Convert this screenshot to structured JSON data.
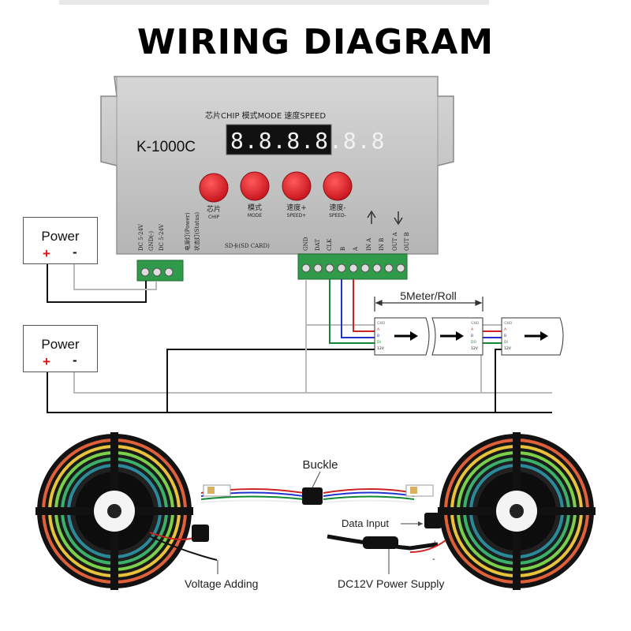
{
  "title": "WIRING DIAGRAM",
  "controller": {
    "model": "K-1000C",
    "top_label": "芯片CHIP  模式MODE  速度SPEED",
    "display": "8.8.8.8.8.8",
    "buttons": [
      {
        "cn": "芯片",
        "en": "CHIP"
      },
      {
        "cn": "模式",
        "en": "MODE"
      },
      {
        "cn": "速度+",
        "en": "SPEED+"
      },
      {
        "cn": "速度-",
        "en": "SPEED-"
      }
    ],
    "left_terminals": [
      "DC 5-24V",
      "GND(-)",
      "DC 5-24V"
    ],
    "indicators": [
      "电源灯(Power)",
      "状态灯(Status)"
    ],
    "sd_label": "SD卡(SD CARD)",
    "right_terminals": [
      "GND",
      "DAT",
      "CLK",
      "B",
      "A",
      "IN A",
      "IN B",
      "OUT A",
      "OUT B"
    ]
  },
  "power_supplies": [
    {
      "label": "Power",
      "plus": "+",
      "minus": "-"
    },
    {
      "label": "Power",
      "plus": "+",
      "minus": "-"
    }
  ],
  "strip": {
    "length_label": "5Meter/Roll",
    "segment_pins": [
      "GND",
      "A",
      "B",
      "DI",
      "12V"
    ],
    "segment_pins_out": [
      "GND",
      "A",
      "B",
      "DO",
      "12V"
    ]
  },
  "photo_labels": {
    "buckle": "Buckle",
    "data_input": "Data Input",
    "voltage_adding": "Voltage Adding",
    "power_supply": "DC12V Power Supply",
    "plus": "+",
    "minus": "-"
  },
  "colors": {
    "wire_red": "#cc2222",
    "wire_blue": "#2233cc",
    "wire_green": "#118833",
    "wire_black": "#111111",
    "wire_grey": "#bbbbbb",
    "terminal_green": "#2e9a4a",
    "button_red": "#d8202a",
    "case_silver": "#c9c9c9"
  }
}
